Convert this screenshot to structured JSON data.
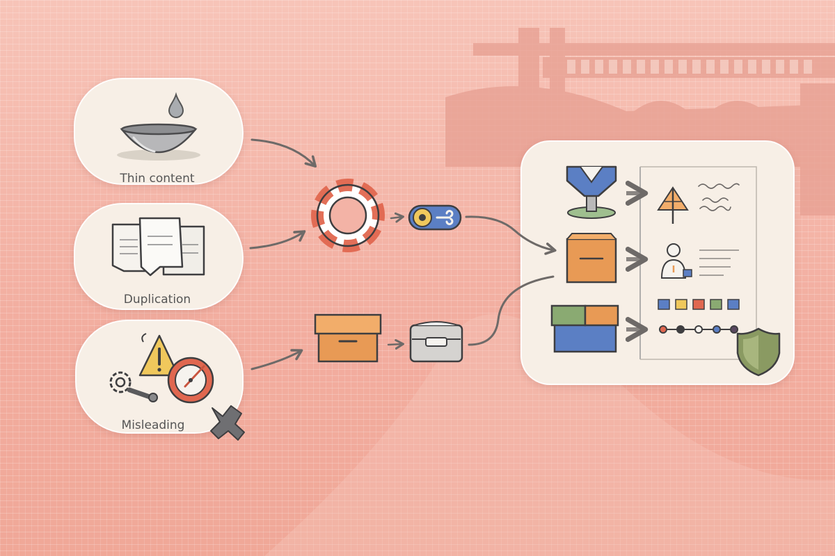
{
  "sources": {
    "thin_content": "Thin content",
    "duplication": "Duplication",
    "misleading": "Misleading"
  },
  "colors": {
    "background": "#f3b3a6",
    "card": "#f7efe6",
    "accent_orange": "#e89a55",
    "accent_red": "#e0674f",
    "accent_blue": "#5b7fc4",
    "accent_green": "#8aaa72",
    "arrow": "#6e6a68"
  },
  "icons": [
    "water-drop-icon",
    "bowl-icon",
    "documents-icon",
    "warning-icon",
    "gear-icon",
    "wrench-icon",
    "compass-icon",
    "tool-icon",
    "life-ring-icon",
    "toggle-switch-icon",
    "storage-box-icon",
    "tray-box-icon",
    "funnel-icon",
    "package-box-icon",
    "gift-box-icon",
    "tree-icon",
    "person-icon",
    "color-squares-icon",
    "timeline-icon",
    "shield-icon"
  ]
}
